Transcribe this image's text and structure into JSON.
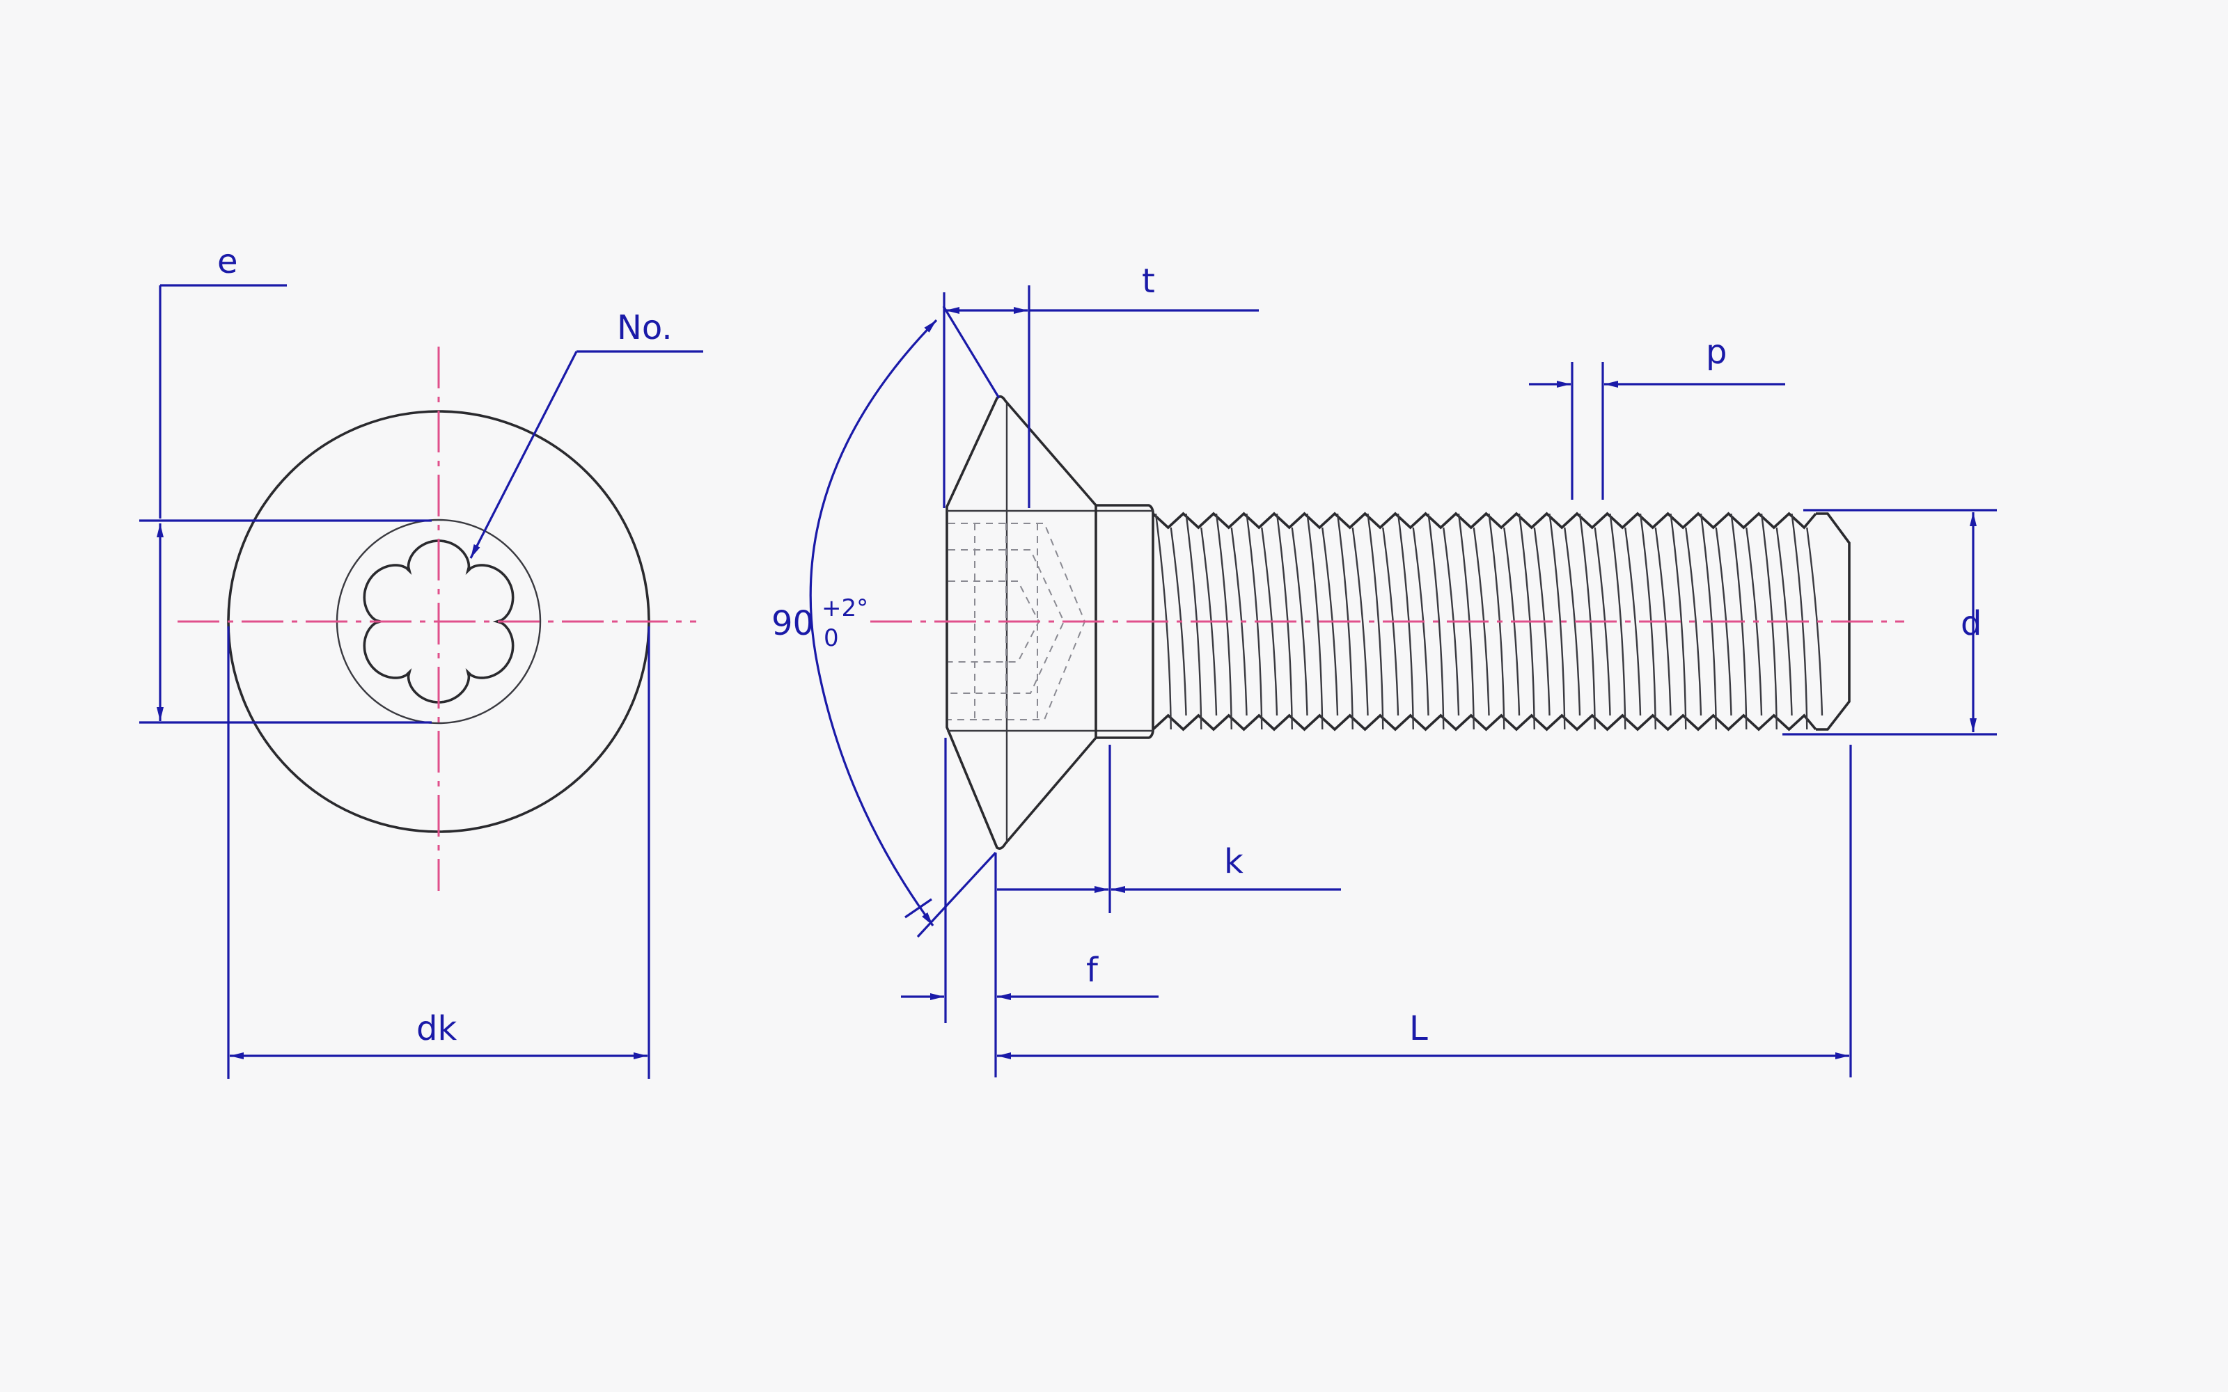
{
  "colors": {
    "dimension": "#1a1aa8",
    "centerline": "#e0508c",
    "outline": "#2a2a2e",
    "background": "#f7f7f8"
  },
  "labels": {
    "e": "e",
    "no": "No.",
    "dk": "dk",
    "t": "t",
    "p": "p",
    "d": "d",
    "k": "k",
    "f": "f",
    "L": "L",
    "angle": "90",
    "angle_tol_upper": "+2°",
    "angle_tol_lower": "0"
  }
}
